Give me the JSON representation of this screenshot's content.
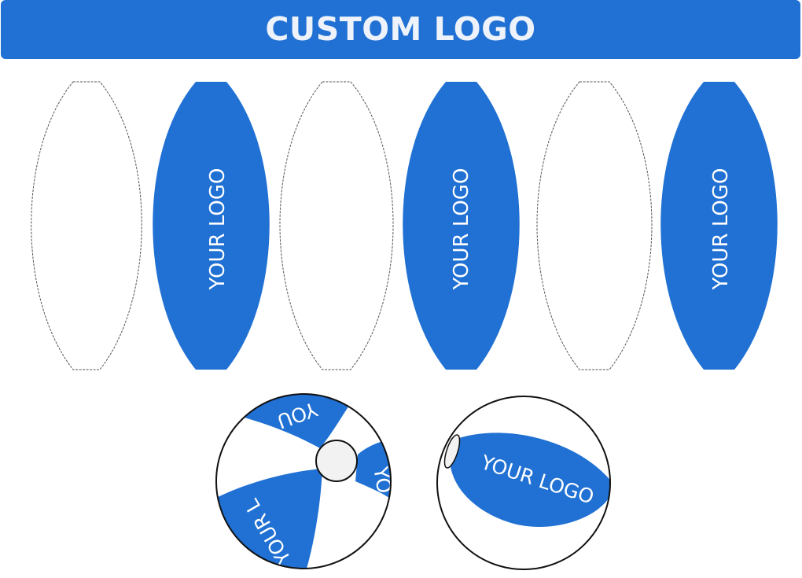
{
  "banner": {
    "title": "CUSTOM LOGO"
  },
  "colors": {
    "accent": "#2071d3",
    "banner_text": "#eef3fb",
    "outline": "#555555",
    "panel_white": "#ffffff",
    "valve": "#f2f2f2"
  },
  "panels": [
    {
      "fill": "white",
      "label": ""
    },
    {
      "fill": "blue",
      "label": "YOUR LOGO"
    },
    {
      "fill": "white",
      "label": ""
    },
    {
      "fill": "blue",
      "label": "YOUR LOGO"
    },
    {
      "fill": "white",
      "label": ""
    },
    {
      "fill": "blue",
      "label": "YOUR LOGO"
    }
  ],
  "ball_front": {
    "label_top": "YOU",
    "label_right": "YO",
    "label_bottom": "YOUR L"
  },
  "ball_side": {
    "label": "YOUR LOGO"
  }
}
